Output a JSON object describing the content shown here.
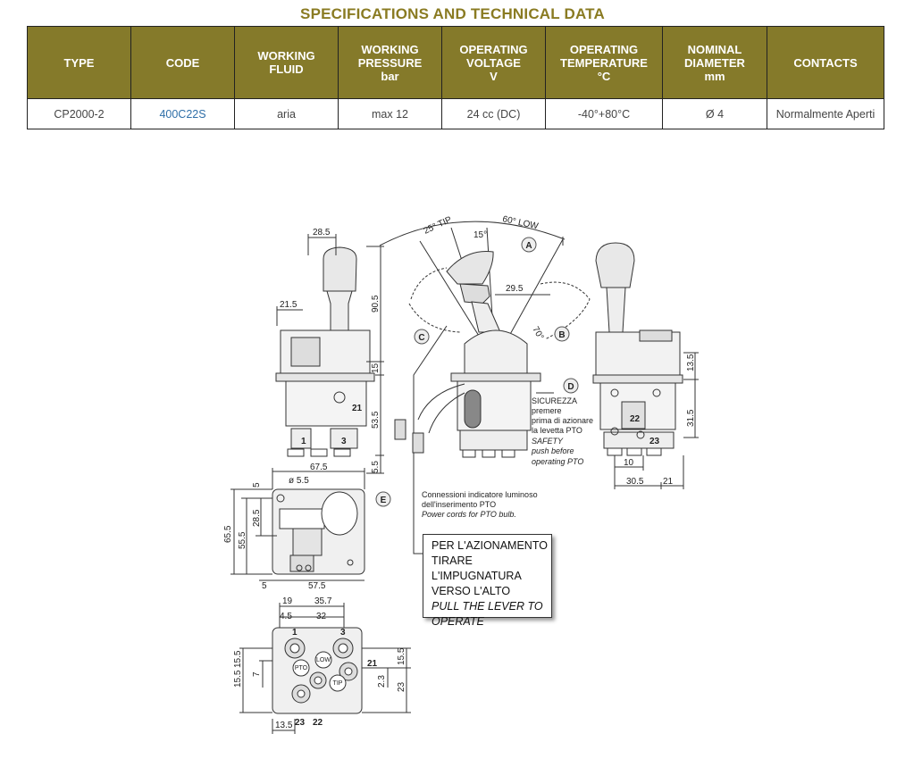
{
  "title": "SPECIFICATIONS AND TECHNICAL DATA",
  "table": {
    "headers": [
      {
        "l1": "TYPE",
        "l2": "",
        "l3": ""
      },
      {
        "l1": "CODE",
        "l2": "",
        "l3": ""
      },
      {
        "l1": "WORKING",
        "l2": "FLUID",
        "l3": ""
      },
      {
        "l1": "WORKING",
        "l2": "PRESSURE",
        "l3": "bar"
      },
      {
        "l1": "OPERATING",
        "l2": "VOLTAGE",
        "l3": "V"
      },
      {
        "l1": "OPERATING",
        "l2": "TEMPERATURE",
        "l3": "°C"
      },
      {
        "l1": "NOMINAL",
        "l2": "DIAMETER",
        "l3": "mm"
      },
      {
        "l1": "CONTACTS",
        "l2": "",
        "l3": ""
      }
    ],
    "row": [
      "CP2000-2",
      "400C22S",
      "aria",
      "max 12",
      "24 cc (DC)",
      "-40°+80°C",
      "Ø 4",
      "Normalmente Aperti"
    ]
  },
  "drawing": {
    "dims": {
      "d28_5": "28.5",
      "d21_5": "21.5",
      "d90_5": "90.5",
      "d15": "15",
      "d53_5": "53.5",
      "d5_5": "5.5",
      "d67_5": "67.5",
      "dphi5_5": "ø 5.5",
      "d5a": "5",
      "d28_5b": "28.5",
      "d55_5": "55.5",
      "d65_5": "65.5",
      "d5b": "5",
      "d57_5": "57.5",
      "d19": "19",
      "d35_7": "35.7",
      "d4_5": "4.5",
      "d32": "32",
      "d15_5a": "15.5",
      "d15_5b": "15.5",
      "d15_5c": "15.5",
      "d7": "7",
      "d2_3": "2.3",
      "d23v": "23",
      "d13_5b": "13.5",
      "d29_5": "29.5",
      "d13_5": "13.5",
      "d31_5": "31.5",
      "d10": "10",
      "d30_5": "30.5",
      "d21": "21"
    },
    "angles": {
      "tip": "25° TIP",
      "low": "60° LOW",
      "a15": "15°",
      "a70": "70°"
    },
    "callouts": [
      "A",
      "B",
      "C",
      "D",
      "E"
    ],
    "ports": {
      "p1": "1",
      "p3": "3",
      "p21": "21",
      "p22": "22",
      "p23": "23"
    },
    "bottom_labels": {
      "pto": "PTO",
      "low": "LOW",
      "tip": "TIP"
    },
    "safety": [
      "SICUREZZA",
      "premere",
      "prima di azionare",
      "la levetta PTO",
      "SAFETY",
      "push before",
      "operating PTO"
    ],
    "connections": [
      "Connessioni indicatore luminoso",
      "dell'inserimento PTO",
      "Power cords for PTO bulb."
    ],
    "operate": [
      "PER L'AZIONAMENTO",
      "TIRARE L'IMPUGNATURA",
      "VERSO L'ALTO",
      "PULL THE LEVER TO",
      "OPERATE"
    ]
  },
  "colors": {
    "header_bg": "#857a2a",
    "title": "#8a7b22",
    "code_link": "#2f6fa8"
  }
}
